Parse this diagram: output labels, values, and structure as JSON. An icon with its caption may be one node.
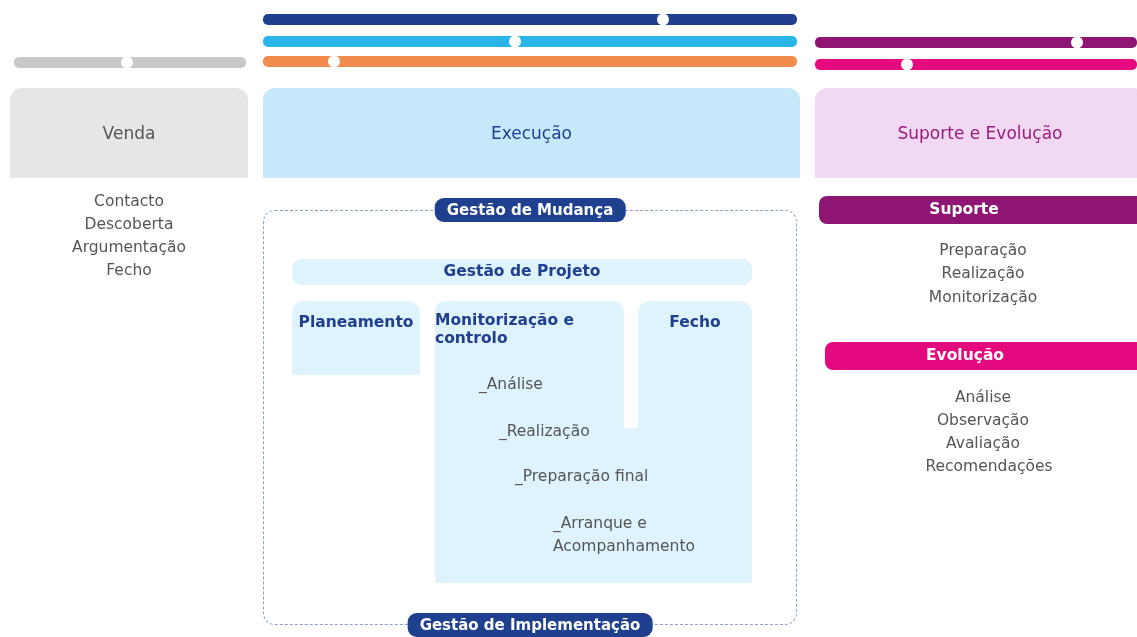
{
  "diagram": {
    "nodes": [
      {
        "text": [
          "Venda"
        ]
      },
      {
        "text": [
          "Execução"
        ]
      },
      {
        "text": [
          "Suporte e Evolução"
        ]
      },
      {
        "text": [
          "Gestão de Mudança",
          "Gestão de Implementação"
        ]
      },
      {
        "text": [
          "Gestão de Projeto"
        ],
        "in": 3
      },
      {
        "text": [
          "Planeamento"
        ],
        "in": 3
      },
      {
        "text": [
          "Monitorização e controlo",
          "_Análise",
          "_Realização",
          "_Preparação final",
          "_Arranque e Acompanhamento"
        ],
        "in": 3
      },
      {
        "text": [
          "Fecho"
        ],
        "in": 3
      },
      {
        "text": [
          "Suporte"
        ]
      },
      {
        "text": [
          "Evolução"
        ]
      }
    ],
    "labels": [
      "Contacto",
      "Descoberta",
      "Argumentação",
      "Fecho",
      "Preparação",
      "Realização",
      "Monitorização",
      "Análise",
      "Observação",
      "Avaliação",
      "Recomendações"
    ]
  }
}
